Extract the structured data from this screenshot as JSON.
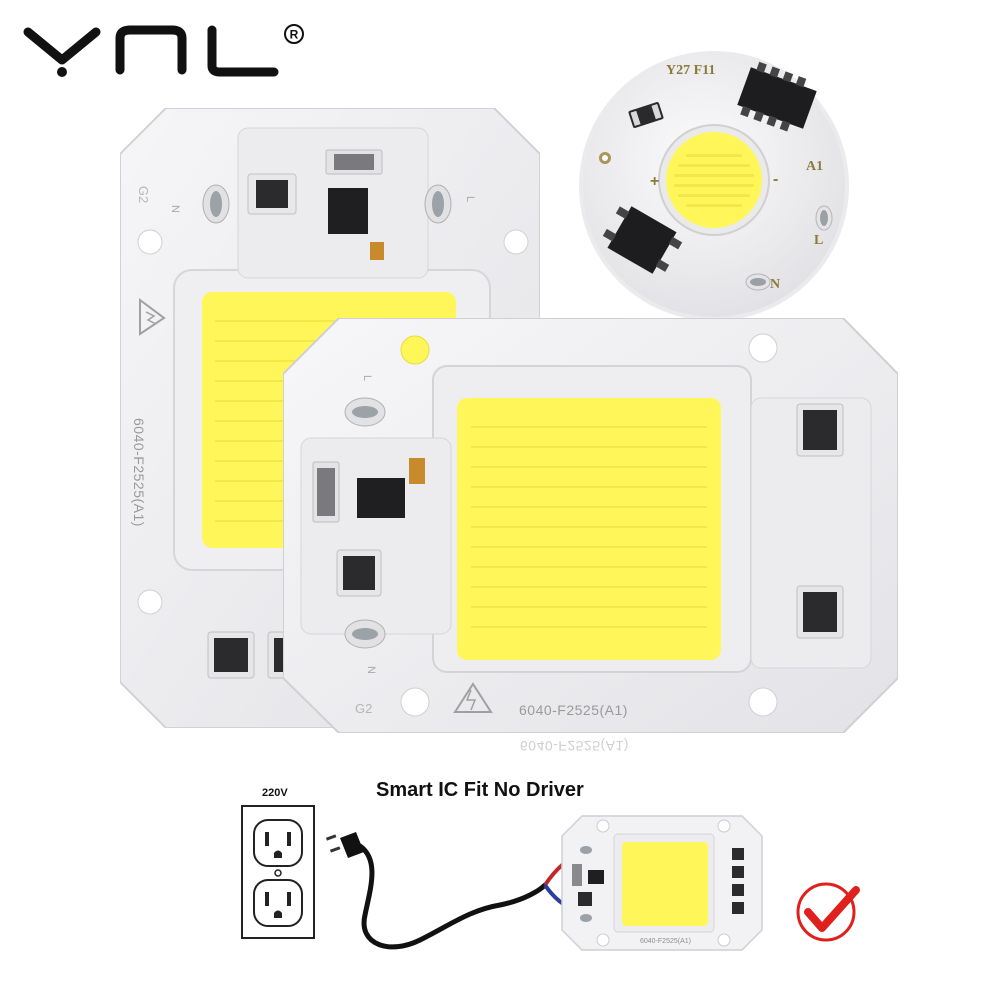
{
  "brand": {
    "logo_text": "YNL",
    "registered_mark": "®"
  },
  "headline": "Smart IC Fit No Driver",
  "outlet": {
    "voltage": "220V"
  },
  "round_module": {
    "model": "Y27 F11",
    "marking_a1": "A1",
    "terminal_l": "L",
    "terminal_n": "N"
  },
  "square_module_front": {
    "model": "6040-F2525(A1)",
    "revision": "G2",
    "terminal_n": "N",
    "terminal_l": "L"
  },
  "square_module_back": {
    "model": "6040-F2525(A1)",
    "revision": "G2",
    "terminal_n": "N",
    "terminal_l": "L"
  },
  "mini_module": {
    "model": "6040-F2525(A1)"
  },
  "colors": {
    "led_yellow": "#fff75a",
    "board_white": "#f1f1f3",
    "board_shadow": "#d9d9de",
    "pad_dark": "#2b2b2e",
    "wire_red": "#c0282b",
    "wire_blue": "#2a3e9c",
    "check_red": "#e0201c",
    "logo_black": "#111111"
  }
}
